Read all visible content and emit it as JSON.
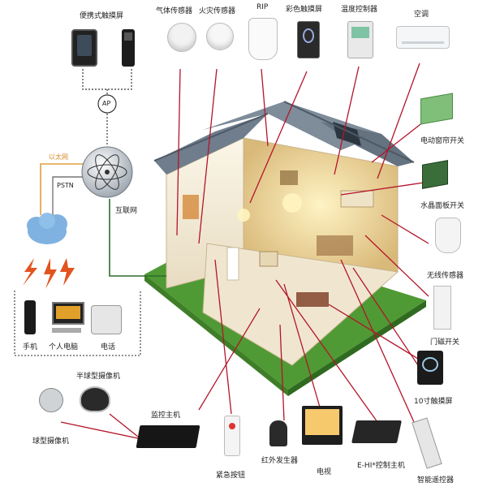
{
  "labels": {
    "portable_touch_screen": "便携式触摸屏",
    "gas_sensor": "气体传感器",
    "fire_sensor": "火灾传感器",
    "rip": "RIP",
    "color_touch_screen": "彩色触摸屏",
    "temperature_controller": "温度控制器",
    "air_conditioner": "空调",
    "ap": "AP",
    "internet": "互联网",
    "ethernet": "以太网",
    "pstn": "PSTN",
    "electric_window_switch": "电动窗帘开关",
    "crystal_panel_switch": "水晶面板开关",
    "wireless_sensor": "无线传感器",
    "door_magnet_switch": "门磁开关",
    "touch_screen_10inch": "10寸触摸屏",
    "phone": "手机",
    "personal_computer": "个人电脑",
    "telephone": "电话",
    "hemispherical_camera": "半球型摄像机",
    "dome_camera": "球型摄像机",
    "monitor_host": "监控主机",
    "emergency_button": "紧急按钮",
    "infrared_emitter": "红外发生器",
    "tv": "电视",
    "ehi_controller": "E-HI*控制主机",
    "smart_remote": "智能遥控器"
  },
  "colors": {
    "leader_line": "#b3152a",
    "network_dot": "#555555",
    "ethernet_line": "#e0a040",
    "internet_line": "#2e6b2e",
    "cloud": "#7fb2e0",
    "lightning": "#e2541e",
    "house_roof": "#6f7d8c",
    "house_wall": "#f3eee3",
    "lawn": "#4f9a34"
  }
}
